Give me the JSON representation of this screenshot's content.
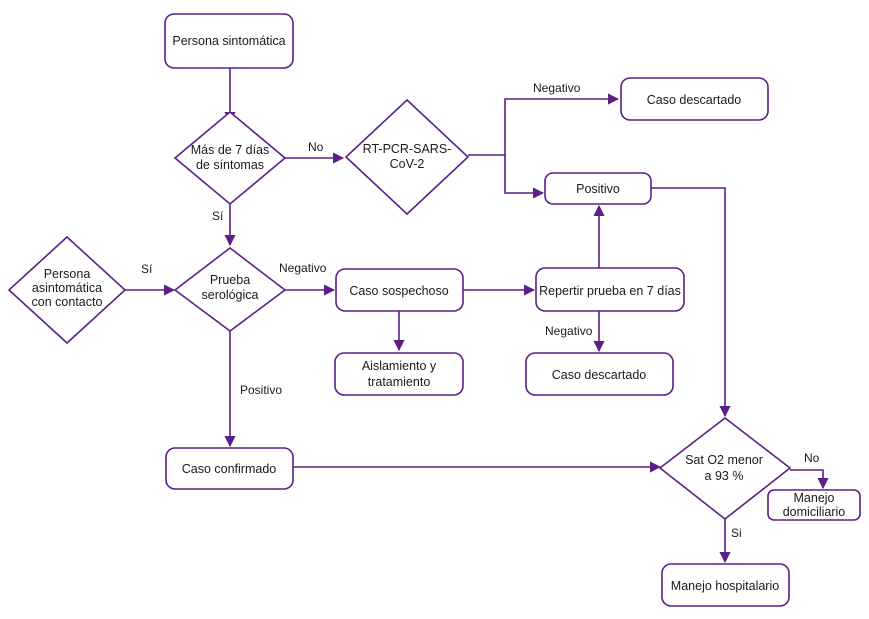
{
  "colors": {
    "stroke": "#5b1f86",
    "text": "#1a1a1a",
    "background": "#ffffff"
  },
  "nodes": {
    "persona_sintomatica": "Persona sintomática",
    "mas_7_dias_l1": "Más de 7 días",
    "mas_7_dias_l2": "de síntomas",
    "rt_pcr_l1": "RT-PCR-SARS-",
    "rt_pcr_l2": "CoV-2",
    "caso_descartado_top": "Caso descartado",
    "positivo": "Positivo",
    "persona_asint_l1": "Persona",
    "persona_asint_l2": "asintomática",
    "persona_asint_l3": "con contacto",
    "prueba_l1": "Prueba",
    "prueba_l2": "serológica",
    "caso_sospechoso": "Caso sospechoso",
    "repetir_prueba": "Repertir prueba en 7 días",
    "aislamiento_l1": "Aislamiento y",
    "aislamiento_l2": "tratamiento",
    "caso_descartado_mid": "Caso descartado",
    "caso_confirmado": "Caso confirmado",
    "sat_l1": "Sat O2 menor",
    "sat_l2": "a 93 %",
    "manejo_dom_l1": "Manejo",
    "manejo_dom_l2": "domiciliario",
    "manejo_hosp": "Manejo hospitalario"
  },
  "edges": {
    "no_1": "No",
    "negativo_1": "Negativo",
    "si_1": "Sí",
    "si_2": "Sí",
    "negativo_2": "Negativo",
    "negativo_3": "Negativo",
    "positivo_label": "Positivo",
    "no_2": "No",
    "si_3": "Si"
  }
}
